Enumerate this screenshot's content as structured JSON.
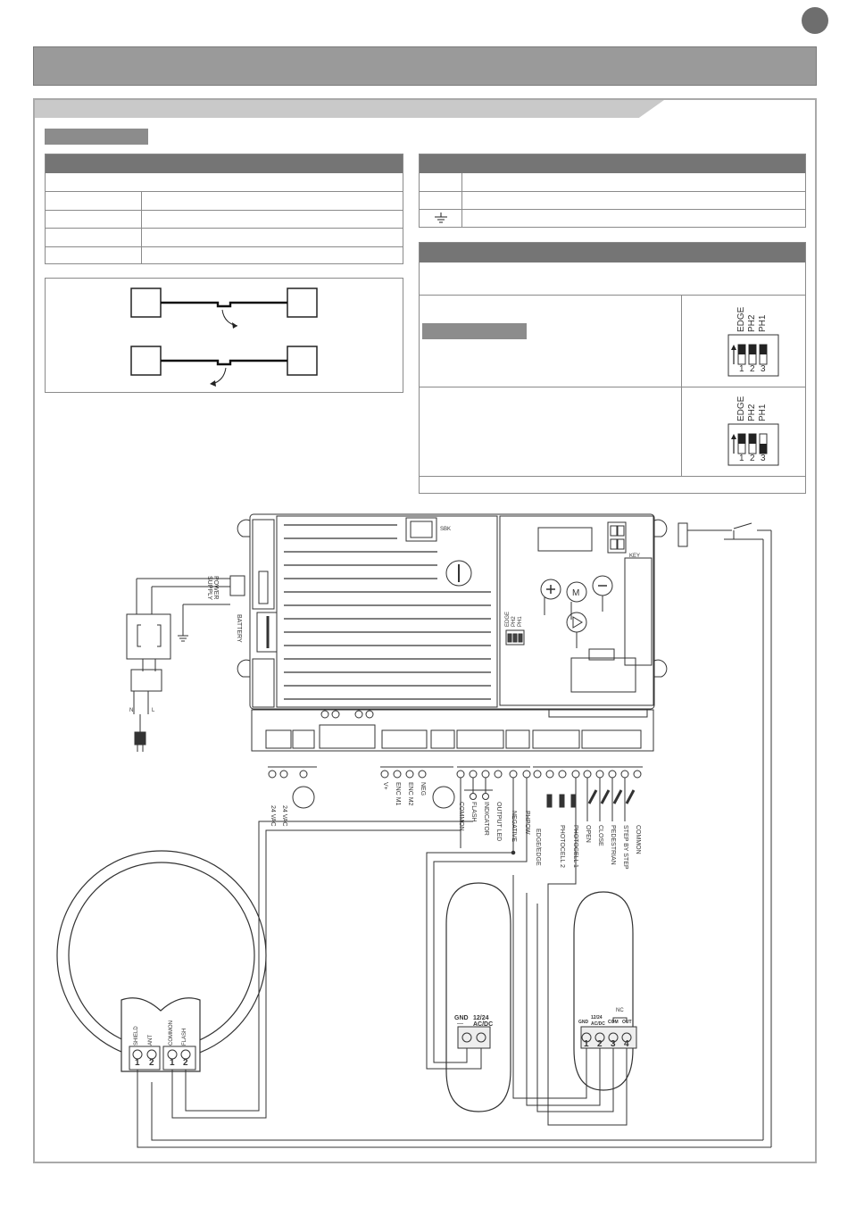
{
  "switch_labels": [
    "EDGE",
    "PH2",
    "PH1"
  ],
  "dip_numbers": [
    "1",
    "2",
    "3"
  ],
  "board": {
    "sbk": "SBK",
    "key": "KEY",
    "battery": "BATTERY",
    "power_supply": "POWER SUPPLY",
    "button_labels": [
      "EDGE",
      "PH2",
      "PH1"
    ]
  },
  "terminal_labels": [
    "24 VAC",
    "24 VAC",
    "V+",
    "ENC M1",
    "ENC M2",
    "NEG",
    "COMMON",
    "FLASH",
    "INDICATOR",
    "OUTPUT LED",
    "NEGATIVE",
    "PHPOW",
    "EDGE/EDGE",
    "PHOTOCELL 2",
    "PHOTOCELL 1",
    "OPEN",
    "CLOSE",
    "PEDESTRIAN",
    "STEP BY STEP",
    "COMMON"
  ],
  "mains_labels": [
    "N",
    "L"
  ],
  "lamp": {
    "terminals": [
      "SHIELD",
      "ANT",
      "COMMON",
      "FLASH"
    ],
    "numbers": [
      "1",
      "2",
      "1",
      "2"
    ]
  },
  "photocell_tx": {
    "labels": [
      "GND",
      "12/24 AC/DC"
    ],
    "minus": "—"
  },
  "photocell_rx": {
    "labels": [
      "GND",
      "12/24 AC/DC",
      "COM",
      "OUT"
    ],
    "numbers": [
      "1",
      "2",
      "3",
      "4"
    ],
    "nc": "NC"
  }
}
